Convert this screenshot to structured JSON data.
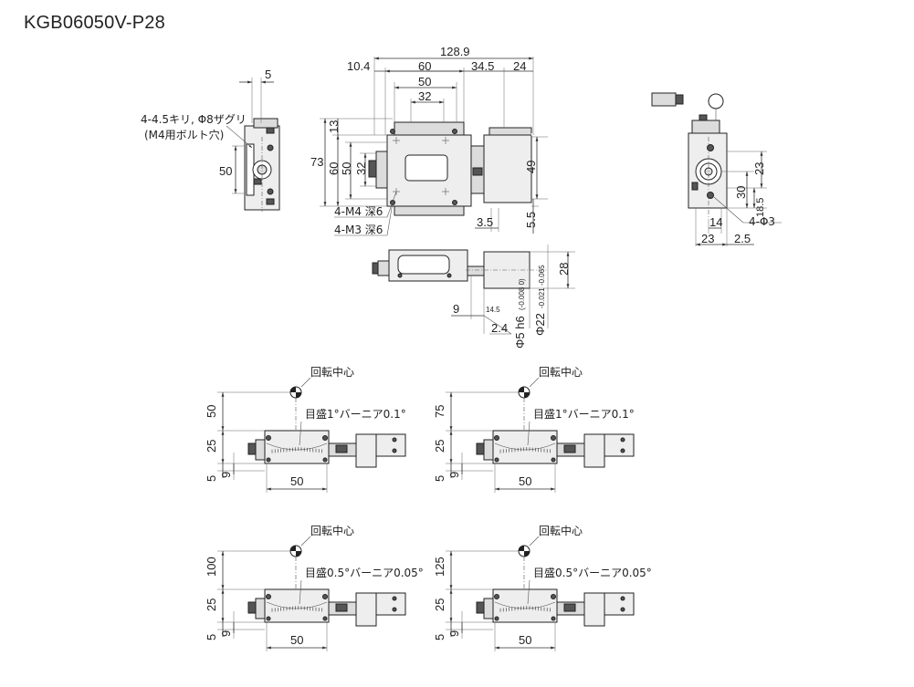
{
  "title": "KGB06050V-P28",
  "side_view": {
    "d_5": "5",
    "d_50": "50",
    "note1": "4-4.5キリ, Φ8ザグリ",
    "note2": "(M4用ボルト穴)"
  },
  "front_view": {
    "d_128_9": "128.9",
    "d_10_4": "10.4",
    "d_60_top": "60",
    "d_34_5": "34.5",
    "d_24": "24",
    "d_50_top": "50",
    "d_32_top": "32",
    "d_13": "13",
    "d_73": "73",
    "d_60_left": "60",
    "d_50_left": "50",
    "d_32_left": "32",
    "d_49": "49",
    "d_3_5": "3.5",
    "d_5_5": "5.5",
    "note_m4": "4-M4 深6",
    "note_m3": "4-M3 深6"
  },
  "right_view": {
    "d_23_r": "23",
    "d_30": "30",
    "d_18_5": "18.5",
    "d_14": "14",
    "note_phi3": "4-Φ3",
    "d_23_b": "23",
    "d_2_5": "2.5"
  },
  "bottom_view": {
    "d_28": "28",
    "d_9": "9",
    "d_14_5": "14.5",
    "d_2_4": "2.4",
    "d_phi5": "Φ5 h6",
    "tol_phi5": "(-0.008 0)",
    "d_phi22": "Φ22",
    "tol_phi22": "-0.021 -0.065"
  },
  "variants": [
    {
      "center_label": "回転中心",
      "h_label": "50",
      "d25": "25",
      "d5": "5",
      "d9": "9",
      "d50": "50",
      "scale_label": "目盛1°バーニア0.1°"
    },
    {
      "center_label": "回転中心",
      "h_label": "75",
      "d25": "25",
      "d5": "5",
      "d9": "9",
      "d50": "50",
      "scale_label": "目盛1°バーニア0.1°"
    },
    {
      "center_label": "回転中心",
      "h_label": "100",
      "d25": "25",
      "d5": "5",
      "d9": "9",
      "d50": "50",
      "scale_label": "目盛0.5°バーニア0.05°"
    },
    {
      "center_label": "回転中心",
      "h_label": "125",
      "d25": "25",
      "d5": "5",
      "d9": "9",
      "d50": "50",
      "scale_label": "目盛0.5°バーニア0.05°"
    }
  ]
}
